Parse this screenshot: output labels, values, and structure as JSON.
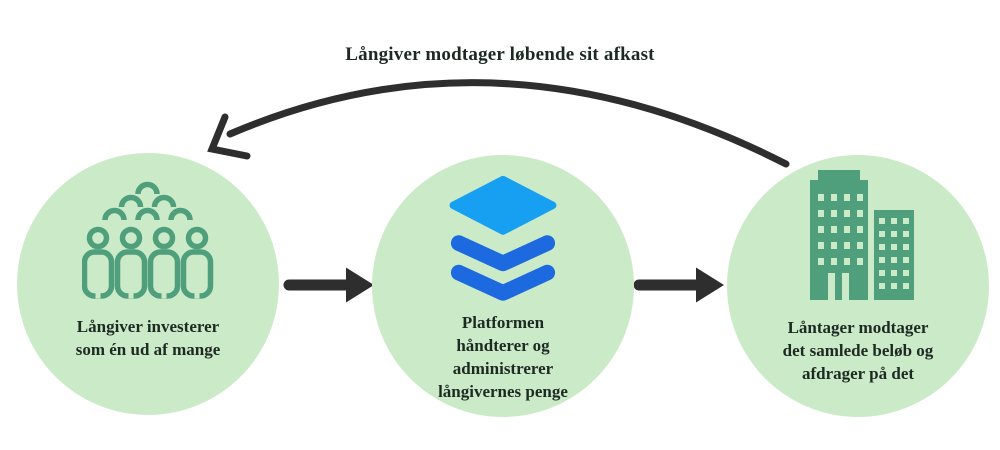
{
  "flow_label": "Långiver modtager løbende sit afkast",
  "steps": [
    {
      "name": "lender",
      "icon": "crowd-icon",
      "lines": [
        "Långiver investerer",
        "som én ud af mange"
      ]
    },
    {
      "name": "platform",
      "icon": "layers-icon",
      "lines": [
        "Platformen",
        "håndterer og",
        "administrerer",
        "långivernes penge"
      ]
    },
    {
      "name": "borrower",
      "icon": "buildings-icon",
      "lines": [
        "Låntager modtager",
        "det samlede beløb og",
        "afdrager på det"
      ]
    }
  ],
  "colors": {
    "circle_green": "#cbeac7",
    "icon_green": "#4f9e7c",
    "ink": "#1d2a24",
    "arrow": "#2e2e2e",
    "blue_light": "#17a0f2",
    "blue_dark": "#1c69e0"
  }
}
